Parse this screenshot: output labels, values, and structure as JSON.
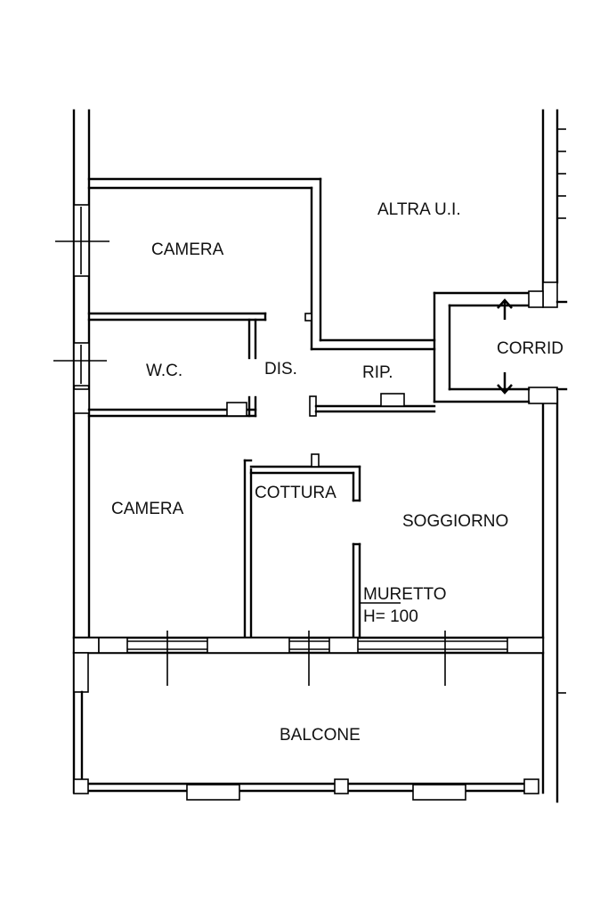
{
  "rooms": {
    "camera_top": "CAMERA",
    "altra_ui": "ALTRA U.I.",
    "wc": "W.C.",
    "dis": "DIS.",
    "rip": "RIP.",
    "corridoio": "CORRID",
    "camera_bottom": "CAMERA",
    "cottura": "COTTURA",
    "soggiorno": "SOGGIORNO",
    "muretto": "MURETTO",
    "muretto_height": "H= 100",
    "balcone": "BALCONE"
  },
  "icons": [
    "arrow-up-icon",
    "arrow-down-icon"
  ]
}
